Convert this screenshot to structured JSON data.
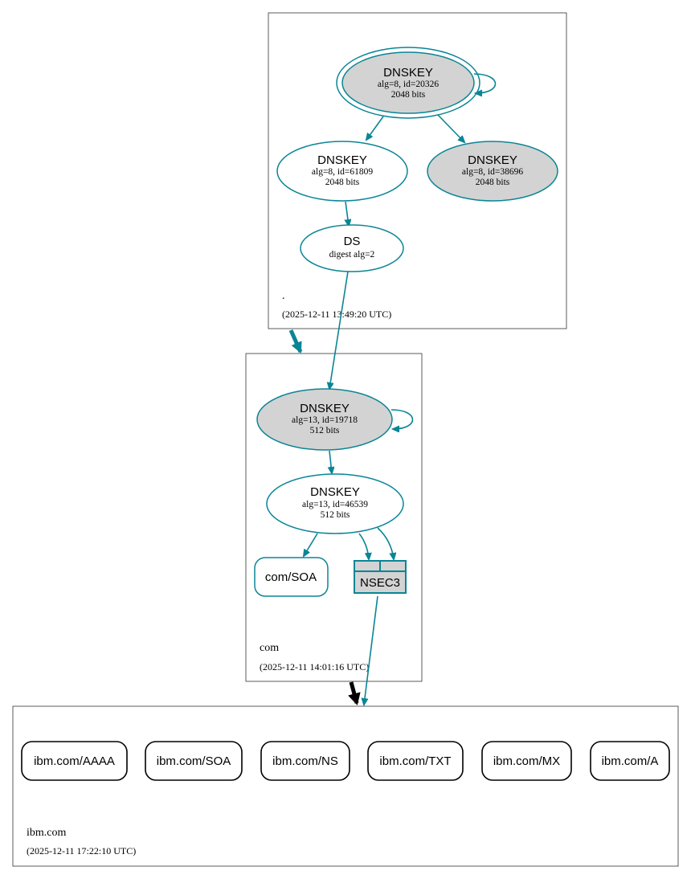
{
  "colors": {
    "edge": "#0a8595",
    "key_fill": "#d3d3d3",
    "zone_border": "#333333",
    "delegation_arrow": "#000000"
  },
  "zones": {
    "root": {
      "name": ".",
      "timestamp": "(2025-12-11 13:49:20 UTC)"
    },
    "com": {
      "name": "com",
      "timestamp": "(2025-12-11 14:01:16 UTC)"
    },
    "ibm": {
      "name": "ibm.com",
      "timestamp": "(2025-12-11 17:22:10 UTC)"
    }
  },
  "nodes": {
    "root_ksk": {
      "title": "DNSKEY",
      "line1": "alg=8, id=20326",
      "line2": "2048 bits"
    },
    "root_zsk1": {
      "title": "DNSKEY",
      "line1": "alg=8, id=61809",
      "line2": "2048 bits"
    },
    "root_zsk2": {
      "title": "DNSKEY",
      "line1": "alg=8, id=38696",
      "line2": "2048 bits"
    },
    "root_ds": {
      "title": "DS",
      "line1": "digest alg=2"
    },
    "com_ksk": {
      "title": "DNSKEY",
      "line1": "alg=13, id=19718",
      "line2": "512 bits"
    },
    "com_zsk": {
      "title": "DNSKEY",
      "line1": "alg=13, id=46539",
      "line2": "512 bits"
    },
    "com_soa": {
      "label": "com/SOA"
    },
    "com_nsec3": {
      "label": "NSEC3"
    }
  },
  "ibm_records": [
    "ibm.com/AAAA",
    "ibm.com/SOA",
    "ibm.com/NS",
    "ibm.com/TXT",
    "ibm.com/MX",
    "ibm.com/A"
  ]
}
